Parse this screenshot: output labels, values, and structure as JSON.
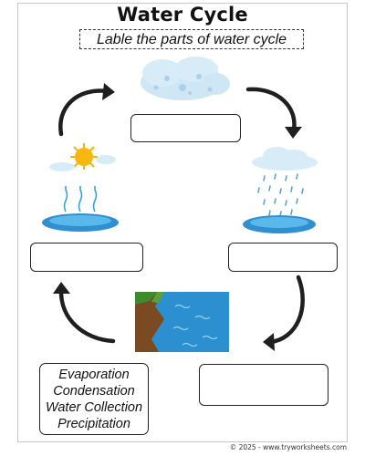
{
  "title": "Water Cycle",
  "subtitle": "Lable the parts of water cycle",
  "word_bank": [
    "Evaporation",
    "Condensation",
    "Water Collection",
    "Precipitation"
  ],
  "footer": "© 2025 - www.tryworksheets.com",
  "colors": {
    "water": "#3aa0d8",
    "arrow": "#1f1f1f",
    "sun": "#f4b400"
  }
}
